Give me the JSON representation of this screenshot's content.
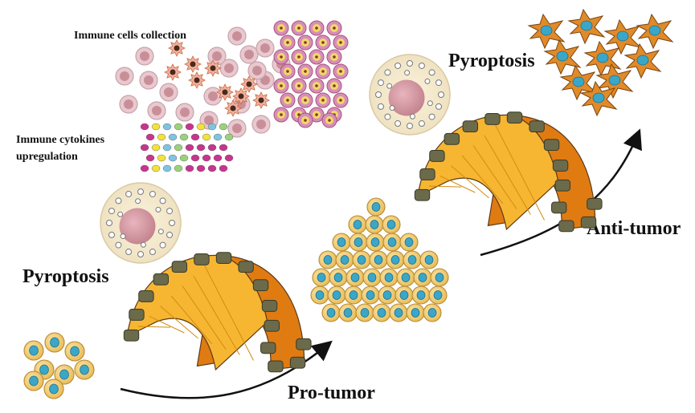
{
  "labels": {
    "immune_cells": "Immune cells collection",
    "cytokines_line1": "Immune cytokines",
    "cytokines_line2": "upregulation",
    "pyroptosis_left": "Pyroptosis",
    "pyroptosis_right": "Pyroptosis",
    "pro_tumor": "Pro-tumor",
    "anti_tumor": "Anti-tumor"
  },
  "colors": {
    "tumor_cell": "#f5d27a",
    "tumor_nucleus": "#3aa7c9",
    "immune_cell": "#e8c9cf",
    "immune_nucleus": "#c98f99",
    "bridge_top": "#f7b631",
    "bridge_side": "#e07b12",
    "bridge_stone": "#6b6a4a",
    "pyroptotic_body": "#f3ead0",
    "pyroptotic_nucleus": "#d9a0aa",
    "killer_cell": "#e08a2a",
    "cytokine_pink": "#c7358f",
    "cytokine_yellow": "#f2e23a",
    "cytokine_blue": "#7ec4e0",
    "arrow": "#111111"
  },
  "icons": [
    "tumor-cell-cluster-icon",
    "bridge-arch-icon",
    "pyroptotic-cell-icon",
    "immune-cell-icon",
    "cytokine-dot-icon",
    "killer-cell-icon",
    "arrow-icon"
  ]
}
